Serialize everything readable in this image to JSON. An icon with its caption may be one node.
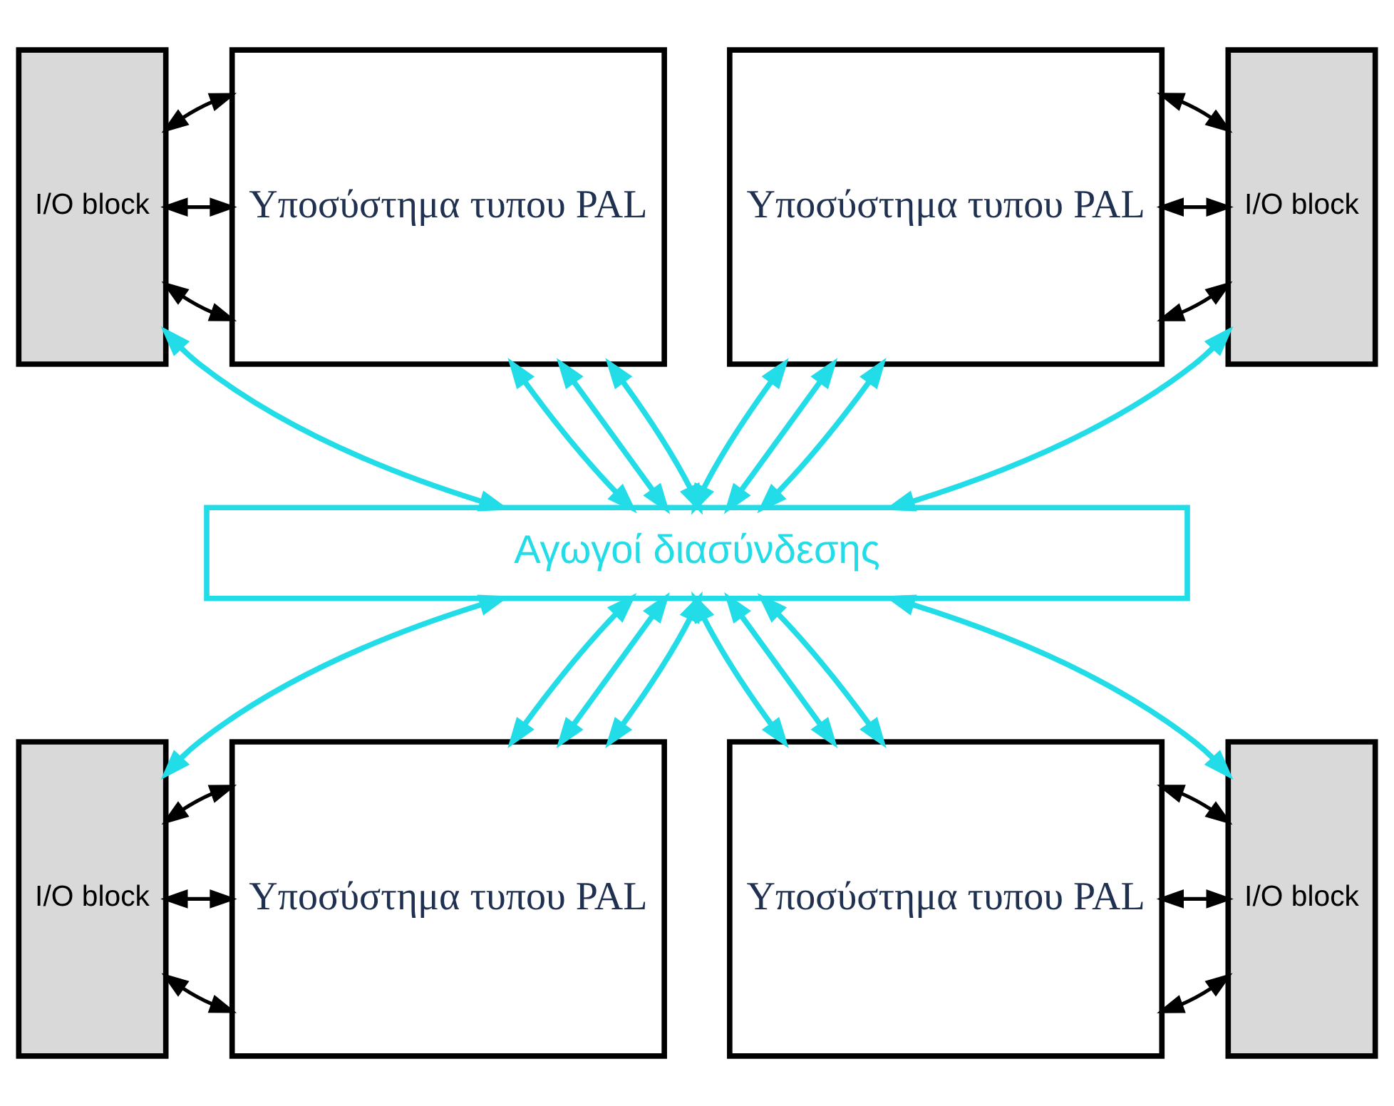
{
  "diagram": {
    "nodes": [
      {
        "text": [
          "I/O block"
        ]
      },
      {
        "text": [
          "Υποσύστημα τυπου PAL"
        ]
      },
      {
        "text": [
          "Υποσύστημα τυπου PAL"
        ]
      },
      {
        "text": [
          "I/O block"
        ]
      },
      {
        "text": [
          "Αγωγοί διασύνδεσης"
        ]
      },
      {
        "text": [
          "I/O block"
        ]
      },
      {
        "text": [
          "Υποσύστημα τυπου PAL"
        ]
      },
      {
        "text": [
          "Υποσύστημα τυπου PAL"
        ]
      },
      {
        "text": [
          "I/O block"
        ]
      }
    ],
    "edges": [
      {
        "from": 0,
        "to": 1,
        "arrow": "both",
        "color": "#000000"
      },
      {
        "from": 0,
        "to": 1,
        "arrow": "both",
        "color": "#000000"
      },
      {
        "from": 0,
        "to": 1,
        "arrow": "both",
        "color": "#000000"
      },
      {
        "from": 2,
        "to": 3,
        "arrow": "both",
        "color": "#000000"
      },
      {
        "from": 2,
        "to": 3,
        "arrow": "both",
        "color": "#000000"
      },
      {
        "from": 2,
        "to": 3,
        "arrow": "both",
        "color": "#000000"
      },
      {
        "from": 0,
        "to": 4,
        "arrow": "both"
      },
      {
        "from": 1,
        "to": 4,
        "arrow": "both"
      },
      {
        "from": 1,
        "to": 4,
        "arrow": "both"
      },
      {
        "from": 1,
        "to": 4,
        "arrow": "both"
      },
      {
        "from": 2,
        "to": 4,
        "arrow": "both"
      },
      {
        "from": 2,
        "to": 4,
        "arrow": "both"
      },
      {
        "from": 2,
        "to": 4,
        "arrow": "both"
      },
      {
        "from": 3,
        "to": 4,
        "arrow": "both"
      },
      {
        "from": 4,
        "to": 5,
        "arrow": "both"
      },
      {
        "from": 4,
        "to": 6,
        "arrow": "both"
      },
      {
        "from": 4,
        "to": 6,
        "arrow": "both"
      },
      {
        "from": 4,
        "to": 6,
        "arrow": "both"
      },
      {
        "from": 4,
        "to": 7,
        "arrow": "both"
      },
      {
        "from": 4,
        "to": 7,
        "arrow": "both"
      },
      {
        "from": 4,
        "to": 7,
        "arrow": "both"
      },
      {
        "from": 4,
        "to": 8,
        "arrow": "both"
      },
      {
        "from": 5,
        "to": 6,
        "arrow": "both",
        "color": "#000000"
      },
      {
        "from": 5,
        "to": 6,
        "arrow": "both",
        "color": "#000000"
      },
      {
        "from": 5,
        "to": 6,
        "arrow": "both",
        "color": "#000000"
      },
      {
        "from": 7,
        "to": 8,
        "arrow": "both",
        "color": "#000000"
      },
      {
        "from": 7,
        "to": 8,
        "arrow": "both",
        "color": "#000000"
      },
      {
        "from": 7,
        "to": 8,
        "arrow": "both",
        "color": "#000000"
      }
    ]
  }
}
